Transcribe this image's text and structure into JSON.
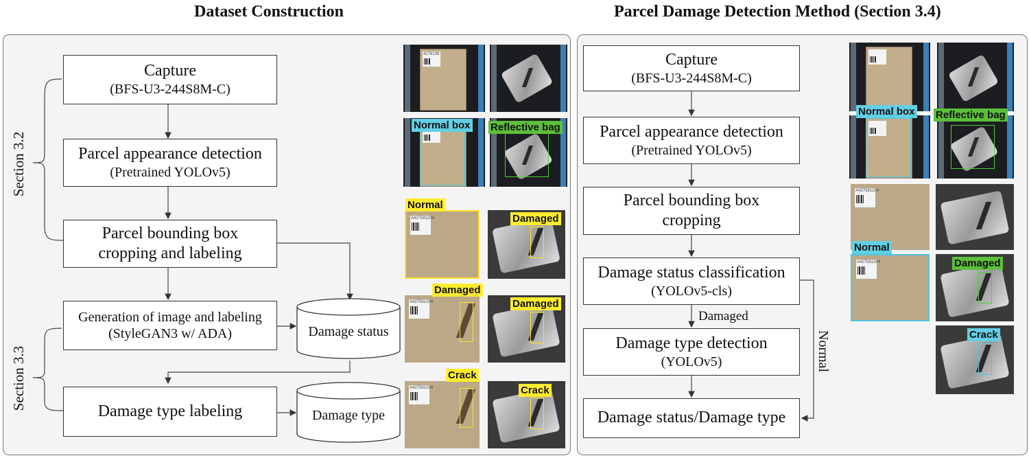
{
  "left_title": "Dataset Construction",
  "right_title": "Parcel Damage Detection Method (Section 3.4)",
  "left_flow": {
    "capture": {
      "line1": "Capture",
      "line2": "(BFS-U3-244S8M-C)"
    },
    "appearance": {
      "line1": "Parcel appearance detection",
      "line2": "(Pretrained YOLOv5)"
    },
    "cropping": {
      "line1": "Parcel bounding box",
      "line2": "cropping and labeling"
    },
    "generation": {
      "line1": "Generation of image and labeling",
      "line2": "(StyleGAN3 w/ ADA)"
    },
    "type_labeling": "Damage type labeling",
    "db_status": "Damage status",
    "db_type": "Damage type",
    "section_32": "Section 3.2",
    "section_33": "Section 3.3"
  },
  "right_flow": {
    "capture": {
      "line1": "Capture",
      "line2": "(BFS-U3-244S8M-C)"
    },
    "appearance": {
      "line1": "Parcel appearance detection",
      "line2": "(Pretrained YOLOv5)"
    },
    "cropping": {
      "line1": "Parcel bounding box",
      "line2": "cropping"
    },
    "classification": {
      "line1": "Damage status classification",
      "line2": "(YOLOv5-cls)"
    },
    "damaged_label": "Damaged",
    "type_detection": {
      "line1": "Damage type detection",
      "line2": "(YOLOv5)"
    },
    "output": "Damage status/Damage type",
    "normal_label": "Normal"
  },
  "image_labels": {
    "normal_box": "Normal box",
    "reflective_bag": "Reflective bag",
    "normal": "Normal",
    "damaged": "Damaged",
    "crack": "Crack"
  },
  "parcel_ids": {
    "conveyor": "4278139",
    "flat": "A427581204"
  },
  "colors": {
    "yellow_tag": "#ffec2e",
    "blue_tag": "#62cfe4",
    "green_tag": "#5cbf3a"
  }
}
